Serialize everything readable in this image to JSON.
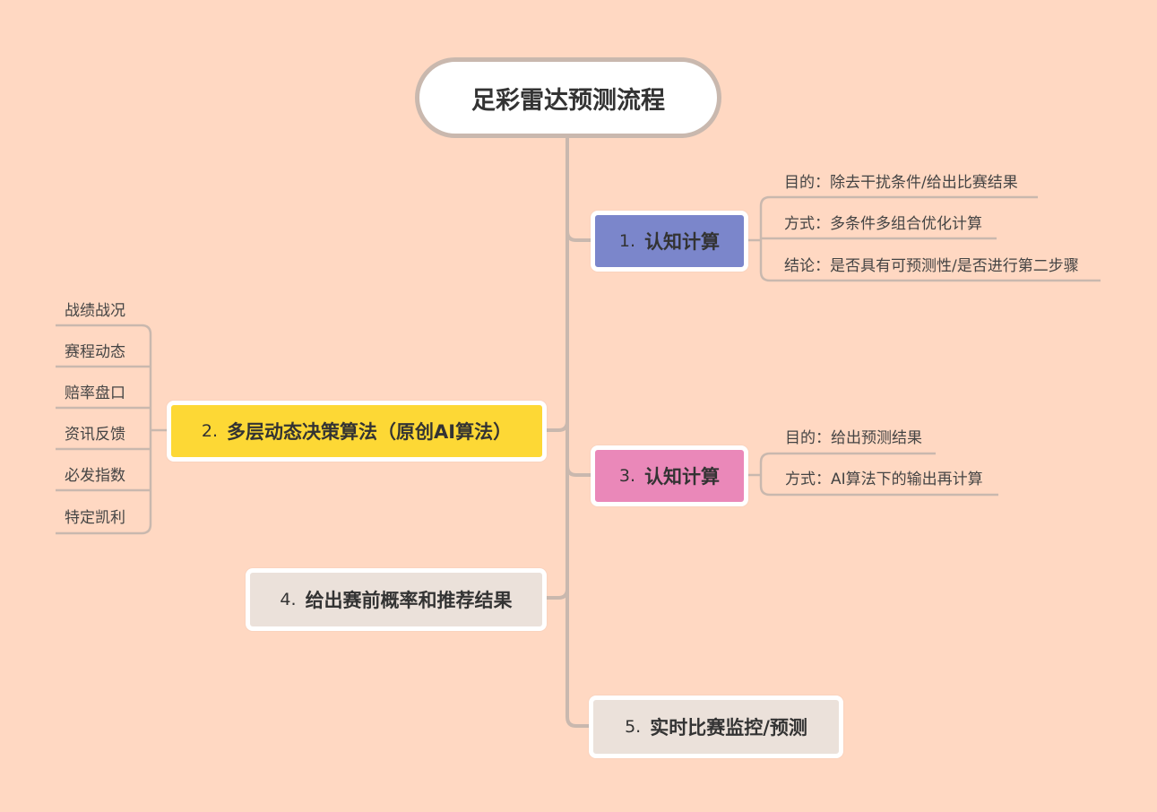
{
  "root": {
    "title": "足彩雷达预测流程"
  },
  "branches": [
    {
      "num": "1.",
      "label": "认知计算",
      "color": "#7b86cb",
      "children": [
        "目的：除去干扰条件/给出比赛结果",
        "方式：多条件多组合优化计算",
        "结论：是否具有可预测性/是否进行第二步骤"
      ]
    },
    {
      "num": "2.",
      "label": "多层动态决策算法（原创AI算法）",
      "color": "#fdd835",
      "children": [
        "战绩战况",
        "赛程动态",
        "赔率盘口",
        "资讯反馈",
        "必发指数",
        "特定凯利"
      ]
    },
    {
      "num": "3.",
      "label": "认知计算",
      "color": "#ea88b9",
      "children": [
        "目的：给出预测结果",
        "方式：AI算法下的输出再计算"
      ]
    },
    {
      "num": "4.",
      "label": "给出赛前概率和推荐结果",
      "color": "#ebe1da",
      "children": []
    },
    {
      "num": "5.",
      "label": "实时比赛监控/预测",
      "color": "#ebe1da",
      "children": []
    }
  ]
}
